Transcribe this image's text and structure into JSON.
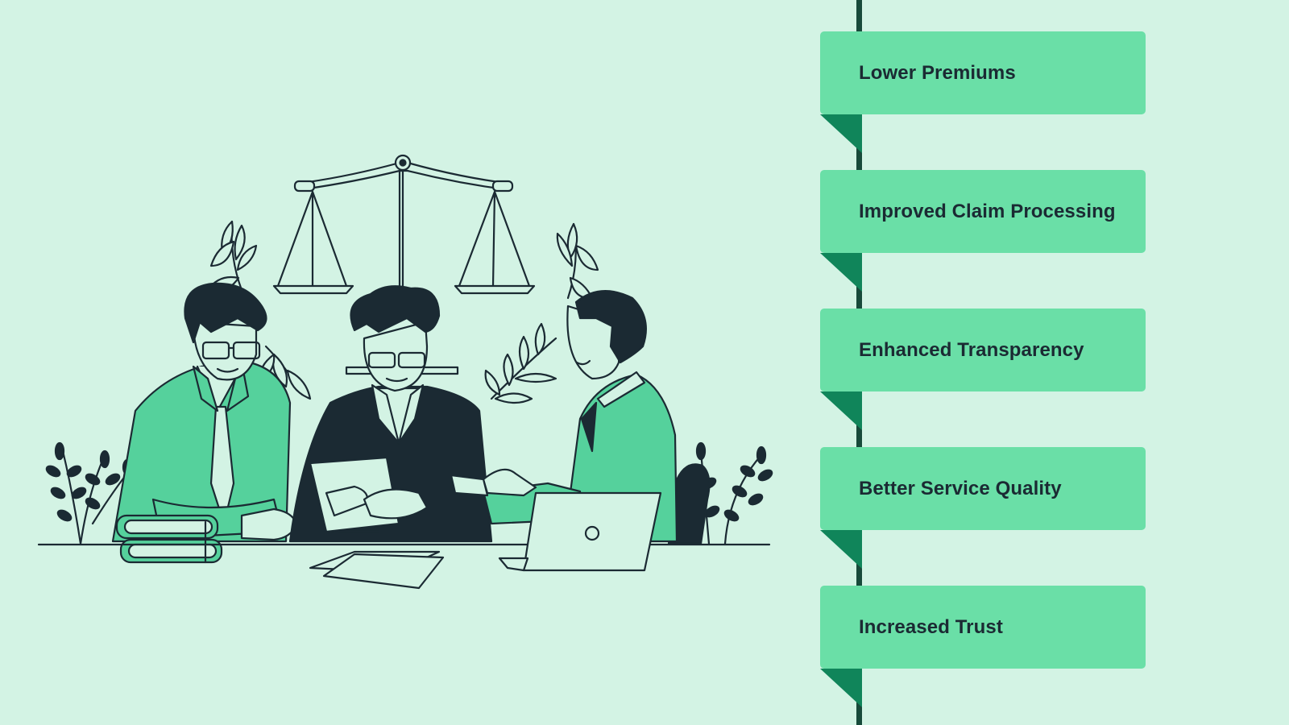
{
  "colors": {
    "background": "#d3f3e4",
    "card": "#6adfa7",
    "spine": "#174a3a",
    "fold": "#10855a",
    "ink": "#1b2a33",
    "suit_green": "#55d19c"
  },
  "illustration": {
    "icons": [
      "scales-of-justice-icon",
      "laurel-branch-icon",
      "person-icon",
      "laptop-icon",
      "books-icon",
      "document-icon",
      "plant-icon"
    ]
  },
  "benefits": [
    {
      "label": "Lower Premiums"
    },
    {
      "label": "Improved Claim Processing"
    },
    {
      "label": "Enhanced Transparency"
    },
    {
      "label": "Better Service Quality"
    },
    {
      "label": "Increased Trust"
    }
  ]
}
